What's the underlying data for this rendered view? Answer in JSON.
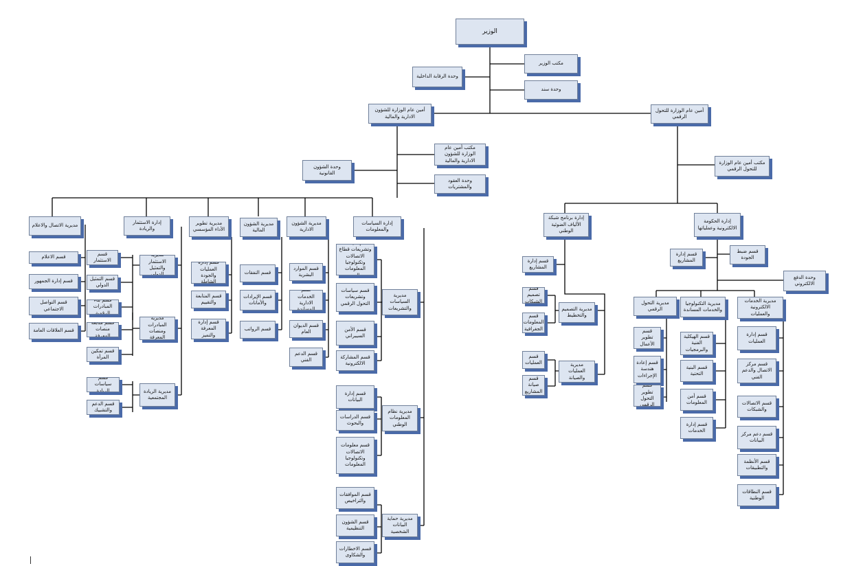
{
  "minister": "الوزير",
  "ministers_office": "مكتب الوزير",
  "internal_control_unit": "وحدة الرقابة الداخلية",
  "sanad_unit": "وحدة سند",
  "admin_branch": {
    "title": "أمين عام الوزارة للشؤون الادارية والمالية",
    "office": "مكتب أمين عام الوزارة للشؤون الادارية والمالية",
    "legal_unit": "وحدة الشؤون القانونية",
    "contracts_unit": "وحدة العقود والمشتريات",
    "comm_dept": {
      "title": "مديرية الاتصال والاعلام",
      "sections": [
        "قسم الاعلام",
        "قسم إدارة الجمهور",
        "قسم التواصل الاجتماعي",
        "قسم العلاقات العامة"
      ]
    },
    "investment_dept": {
      "title": "إدارة الاستثمار والريادة",
      "dir1": "مديرية الاستثمار والتمثيل الدولي",
      "dir1_sections": [
        "قسم الاستثمار",
        "قسم التمثيل الدولي"
      ],
      "dir2": "مديرية المبادرات ومنصات المعرفة",
      "dir2_sections": [
        "قسم بناء المبادرات الرقمية",
        "قسم متابعة منصات المعرفة",
        "قسم تمكين المرأة"
      ],
      "dir3": "مديرية الريادة المجتمعية",
      "dir3_sections": [
        "قسم سياسات الريادة",
        "قسم الدعم والتشبيك"
      ]
    },
    "institutional_dev": {
      "title": "مديرية تطوير الأداء المؤسسي",
      "sections": [
        "قسم إدارة العمليات والجودة الشاملة",
        "قسم المتابعة والتقييم",
        "قسم إدارة المعرفة والتميز"
      ]
    },
    "financial_affairs": {
      "title": "مديرية الشؤون المالية",
      "sections": [
        "قسم النفقات",
        "قسم الإيرادات والأمانات",
        "قسم الرواتب"
      ]
    },
    "admin_affairs": {
      "title": "مديرية الشؤون الادارية",
      "sections": [
        "قسم الموارد البشرية",
        "قسم الخدمات الادارية المساندة",
        "قسم الديوان العام",
        "قسم الدعم الفني"
      ]
    },
    "policies_dept": {
      "title": "إدارة السياسات والمعلومات",
      "dir1": "مديرية السياسات والتشريعات",
      "dir1_sections": [
        "قسم سياسات وتشريعات قطاع الاتصالات وتكنولوجيا المعلومات والبريد",
        "قسم سياسات وتشريعات التحول الرقمي",
        "قسم الأمن السيبراني",
        "قسم المشاركة الالكترونية"
      ],
      "dir2": "مديرية نظام المعلومات الوطني",
      "dir2_sections": [
        "قسم إدارة البيانات",
        "قسم الدراسات والبحوث",
        "قسم معلومات الاتصالات وتكنولوجيا المعلومات"
      ],
      "dir3": "مديرية حماية البيانات الشخصية",
      "dir3_sections": [
        "قسم الموافقات والتراخيص",
        "قسم الشؤون التنظيمية",
        "قسم الاخطارات والشكاوى"
      ]
    }
  },
  "digital_branch": {
    "title": "أمين عام الوزارة للتحول الرقمي",
    "office": "مكتب أمين عام الوزارة للتحول الرقمي",
    "network_dept": {
      "title": "إدارة برنامج شبكة الألياف الضوئية الوطني",
      "project_mgmt": "قسم إدارة المشاريع",
      "dir1": "مديرية التصميم والتخطيط",
      "dir1_sections": [
        "قسم تصميم الشبكات",
        "قسم المعلومات الجغرافية"
      ],
      "dir2": "مديرية العمليات والصيانة",
      "dir2_sections": [
        "قسم العمليات",
        "قسم صيانة المشاريع"
      ]
    },
    "egov_dept": {
      "title": "إدارة الحكومة الالكترونية وعملياتها",
      "project_mgmt": "قسم إدارة المشاريع",
      "quality": "قسم ضبط الجودة",
      "payment_unit": "وحدة الدفع الالكتروني",
      "dir_transform": "مديرية التحول الرقمي",
      "dir_transform_sections": [
        "قسم تطوير الأعمال",
        "قسم إعادة هندسة الإجراءات",
        "قسم تطوير التحول الرقمي"
      ],
      "dir_tech": "مديرية التكنولوجيا والخدمات المساندة",
      "dir_tech_sections": [
        "قسم الهيكلية الفنية والبرمجيات",
        "قسم البنية التحتية",
        "قسم أمن المعلومات",
        "قسم إدارة الخدمات"
      ],
      "dir_services": "مديرية الخدمات الالكترونية والعمليات",
      "dir_services_sections": [
        "قسم إدارة العمليات",
        "قسم مركز الاتصال والدعم الفني",
        "قسم الاتصالات والشبكات",
        "قسم دعم مركز البيانات",
        "قسم الأنظمة والتطبيقات",
        "قسم النطاقات الوطنية"
      ]
    }
  }
}
